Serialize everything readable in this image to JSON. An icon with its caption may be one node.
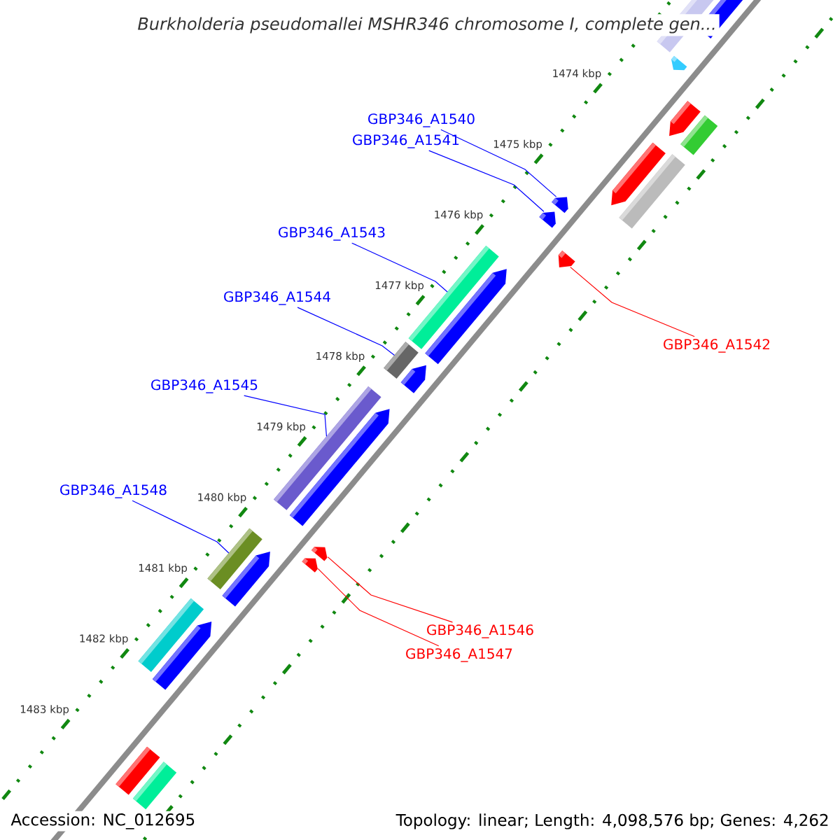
{
  "diagram": {
    "title": "Burkholderia pseudomallei MSHR346 chromosome I, complete gen...",
    "nodes": [
      {
        "text": [
          "GBP346_A1540"
        ]
      },
      {
        "text": [
          "GBP346_A1541"
        ]
      },
      {
        "text": [
          "GBP346_A1543"
        ]
      },
      {
        "text": [
          "GBP346_A1544"
        ]
      },
      {
        "text": [
          "GBP346_A1545"
        ]
      },
      {
        "text": [
          "GBP346_A1548"
        ]
      },
      {
        "text": [
          "GBP346_A1542"
        ]
      },
      {
        "text": [
          "GBP346_A1546"
        ]
      },
      {
        "text": [
          "GBP346_A1547"
        ]
      },
      {
        "text": [],
        "shape": "pentagon"
      },
      {
        "text": [],
        "shape": "pentagon"
      },
      {
        "text": [],
        "shape": "box"
      },
      {
        "text": [],
        "shape": "box"
      },
      {
        "text": [],
        "shape": "box"
      },
      {
        "text": [],
        "shape": "box"
      },
      {
        "text": [],
        "shape": "pentagon"
      },
      {
        "text": [],
        "shape": "pentagon"
      },
      {
        "text": [],
        "shape": "pentagon"
      }
    ],
    "edges": [
      {
        "from": 0,
        "to": 9,
        "arrow": "none"
      },
      {
        "from": 1,
        "to": 10,
        "arrow": "none"
      },
      {
        "from": 2,
        "to": 11,
        "arrow": "none"
      },
      {
        "from": 3,
        "to": 12,
        "arrow": "none"
      },
      {
        "from": 4,
        "to": 13,
        "arrow": "none"
      },
      {
        "from": 5,
        "to": 14,
        "arrow": "none"
      },
      {
        "from": 6,
        "to": 15,
        "arrow": "none",
        "color": "#ff0000"
      },
      {
        "from": 7,
        "to": 16,
        "arrow": "none",
        "color": "#ff0000"
      },
      {
        "from": 8,
        "to": 17,
        "arrow": "none",
        "color": "#ff0000"
      }
    ],
    "labels": [
      "1474 kbp",
      "1475 kbp",
      "1476 kbp",
      "1477 kbp",
      "1478 kbp",
      "1479 kbp",
      "1480 kbp",
      "1481 kbp",
      "1482 kbp",
      "1483 kbp",
      "Accession: NC_012695",
      "Topology: linear; Length: 4,098,576 bp; Genes: 4,262"
    ]
  }
}
